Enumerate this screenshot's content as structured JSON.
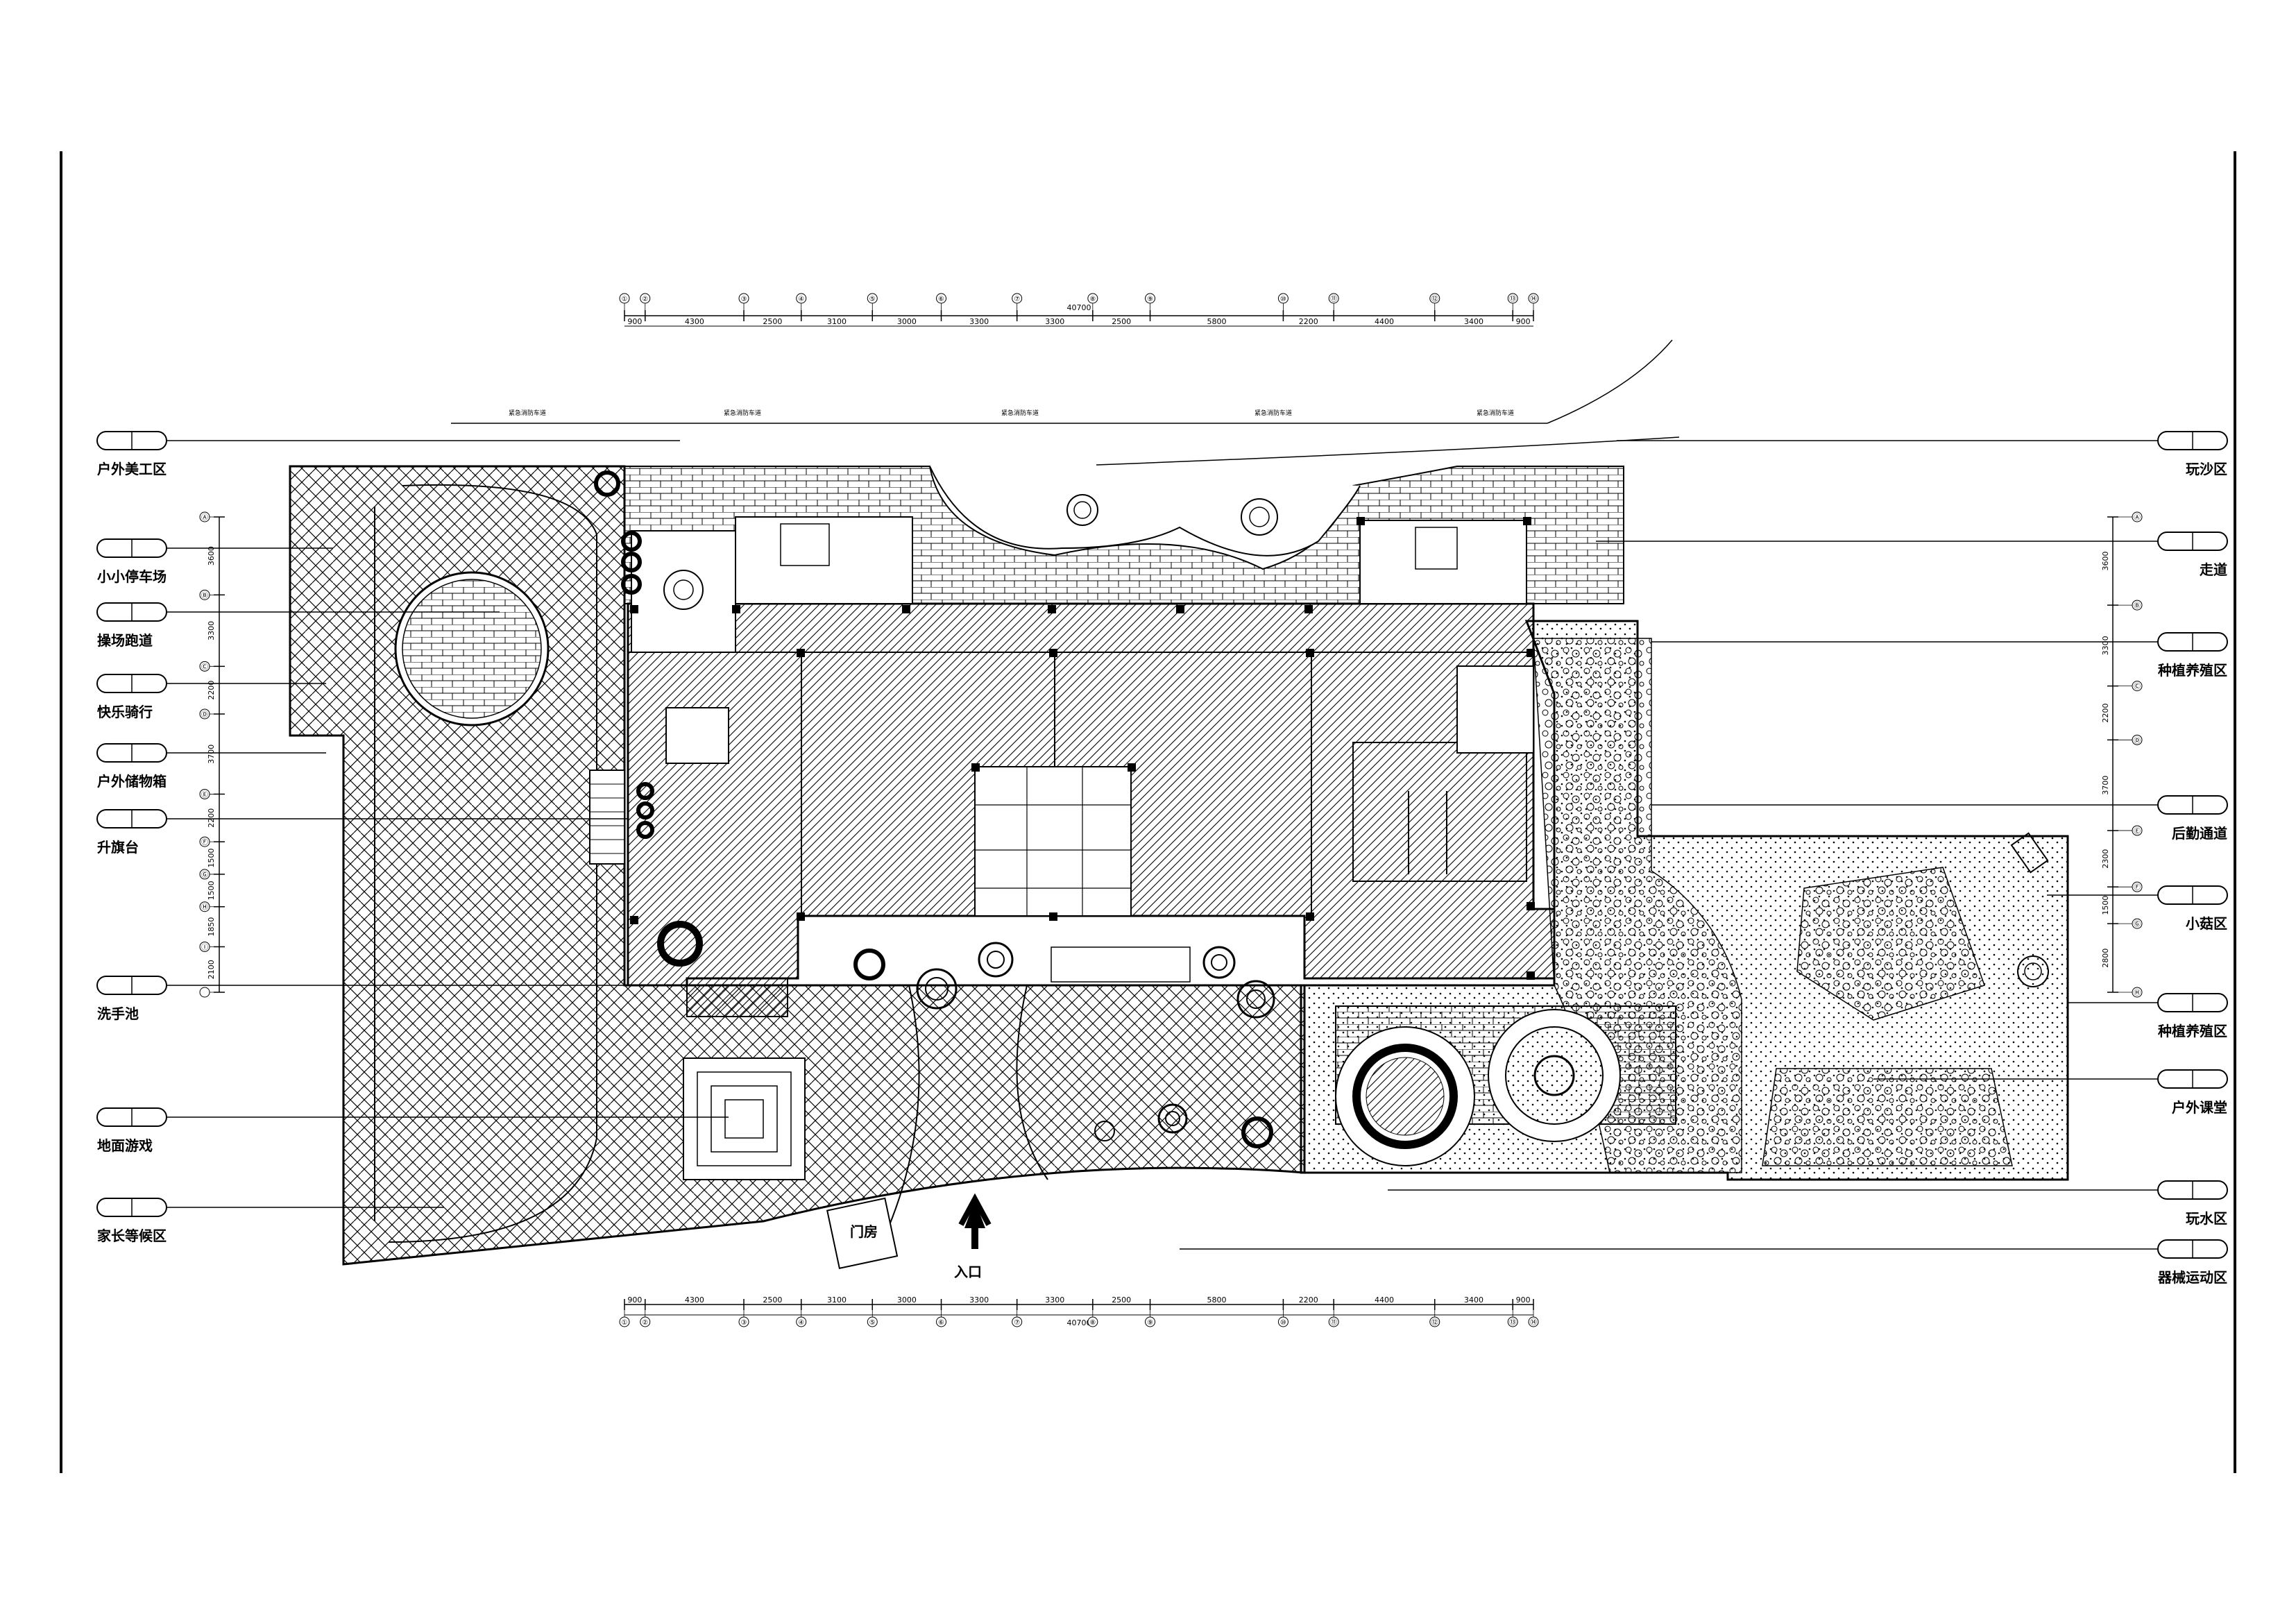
{
  "left_labels": [
    "户外美工区",
    "小小停车场",
    "操场跑道",
    "快乐骑行",
    "户外储物箱",
    "升旗台",
    "洗手池",
    "地面游戏",
    "家长等候区"
  ],
  "right_labels": [
    "玩沙区",
    "走道",
    "种植养殖区",
    "后勤通道",
    "小菇区",
    "种植养殖区",
    "户外课堂",
    "玩水区",
    "器械运动区"
  ],
  "top_dims": {
    "total": "40700",
    "spans": [
      "900",
      "4300",
      "2500",
      "3100",
      "3000",
      "3300",
      "3300",
      "2500",
      "5800",
      "2200",
      "4400",
      "3400",
      "900"
    ],
    "axes": [
      "①",
      "②",
      "③",
      "④",
      "⑤",
      "⑥",
      "⑦",
      "⑧",
      "⑨",
      "⑩",
      "⑪",
      "⑫",
      "⑬",
      "⑭"
    ]
  },
  "bottom_dims": {
    "total": "40700",
    "spans": [
      "900",
      "4300",
      "2500",
      "3100",
      "3000",
      "3300",
      "3300",
      "2500",
      "5800",
      "2200",
      "4400",
      "3400",
      "900"
    ],
    "axes": [
      "①",
      "②",
      "③",
      "④",
      "⑤",
      "⑥",
      "⑦",
      "⑧",
      "⑨",
      "⑩",
      "⑪",
      "⑫",
      "⑬",
      "⑭"
    ]
  },
  "left_dims": {
    "spans": [
      "3600",
      "3300",
      "2200",
      "3700",
      "2200",
      "1500",
      "1500",
      "1850",
      "2100"
    ],
    "axes": [
      "Ⓐ",
      "Ⓑ",
      "Ⓒ",
      "Ⓓ",
      "Ⓔ",
      "Ⓕ",
      "Ⓖ",
      "Ⓗ",
      "Ⓘ"
    ]
  },
  "right_dims": {
    "spans": [
      "3600",
      "3300",
      "2200",
      "3700",
      "2300",
      "1500",
      "2800"
    ],
    "axes": [
      "Ⓐ",
      "Ⓑ",
      "Ⓒ",
      "Ⓓ",
      "Ⓔ",
      "Ⓕ",
      "Ⓖ",
      "Ⓗ"
    ]
  },
  "road_notes": [
    "紧急消防车道",
    "紧急消防车道",
    "紧急消防车道",
    "紧急消防车道",
    "紧急消防车道"
  ],
  "gatehouse": "门房",
  "entrance": "入口"
}
